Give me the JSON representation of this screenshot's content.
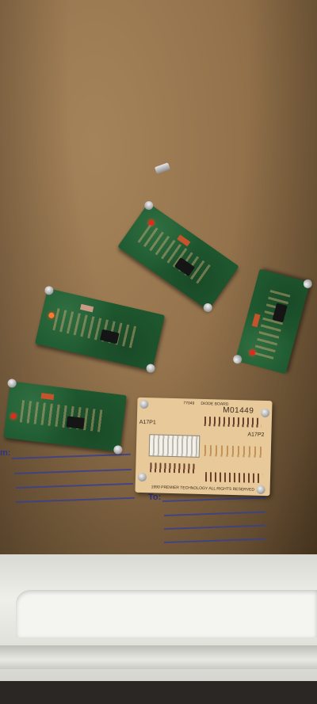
{
  "scene": {
    "boards": [
      {
        "id": "board-top-center"
      },
      {
        "id": "board-left-middle"
      },
      {
        "id": "board-right-middle"
      },
      {
        "id": "board-bottom-left"
      }
    ],
    "diode_board": {
      "serial": "M01449",
      "part_label": "77049",
      "title": "DIODE BOARD",
      "connector_left": "A17P1",
      "connector_right": "A17P2",
      "copyright": "1990 PREMIER TECHNOLOGY   ALL RIGHTS RESERVED"
    },
    "form_labels": {
      "from": "m:",
      "to": "To:"
    },
    "colors": {
      "pcb_green": "#1f5a30",
      "diode_board_beige": "#e7c99a",
      "cardboard": "#94734c",
      "ink_blue": "#3b3f8f"
    }
  }
}
